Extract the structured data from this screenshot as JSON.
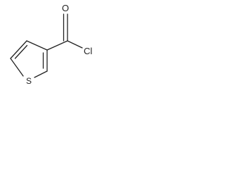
{
  "molecule": {
    "atoms": {
      "oxygen": "O",
      "chlorine": "Cl",
      "sulfur": "S"
    }
  },
  "colors": {
    "ink": "#222222",
    "background": "#ffffff"
  }
}
